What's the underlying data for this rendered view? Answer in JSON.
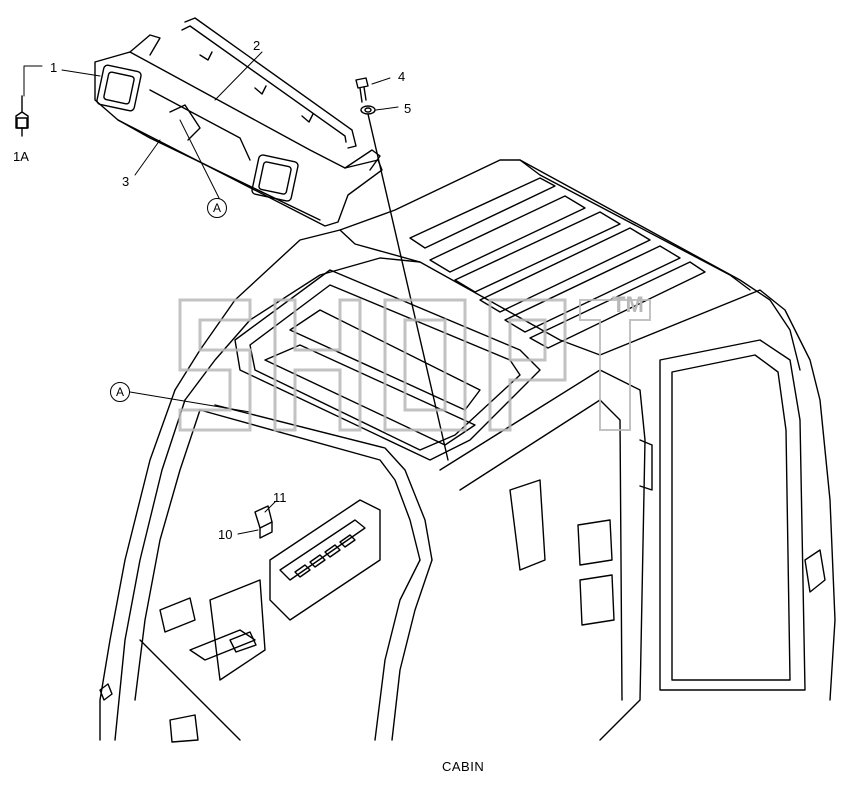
{
  "diagram": {
    "caption": "CABIN",
    "watermark": "SHOP",
    "watermark_tm": "TM",
    "callouts": [
      {
        "id": "1",
        "label": "1"
      },
      {
        "id": "1A",
        "label": "1A"
      },
      {
        "id": "2",
        "label": "2"
      },
      {
        "id": "3",
        "label": "3"
      },
      {
        "id": "4",
        "label": "4"
      },
      {
        "id": "5",
        "label": "5"
      },
      {
        "id": "10",
        "label": "10"
      },
      {
        "id": "11",
        "label": "11"
      }
    ],
    "detail_markers": [
      {
        "id": "A-top",
        "label": "A"
      },
      {
        "id": "A-left",
        "label": "A"
      }
    ]
  }
}
